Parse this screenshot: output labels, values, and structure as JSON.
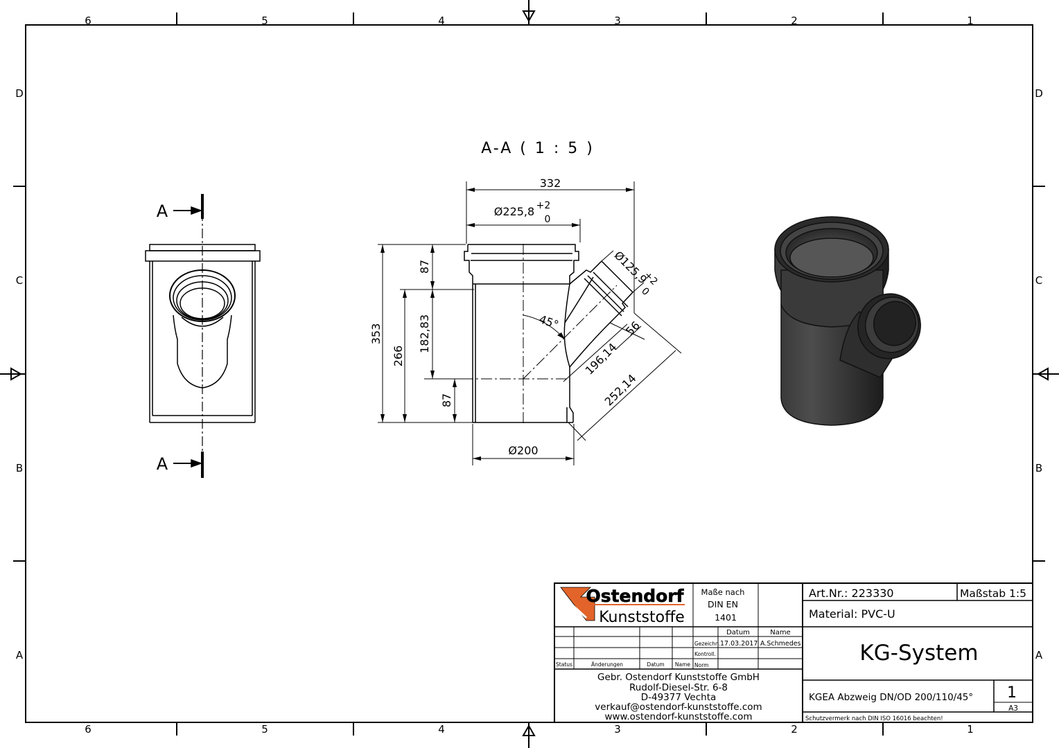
{
  "frame": {
    "col_labels_top": [
      "6",
      "5",
      "4",
      "3",
      "2",
      "1"
    ],
    "col_labels_bottom": [
      "6",
      "5",
      "4",
      "3",
      "2",
      "1"
    ],
    "row_labels_left": [
      "D",
      "C",
      "B",
      "A"
    ],
    "row_labels_right": [
      "D",
      "C",
      "B",
      "A"
    ]
  },
  "left_view": {
    "section_label_top": "A",
    "section_label_bottom": "A"
  },
  "section_view": {
    "title": "A-A ( 1 : 5 )",
    "dims": {
      "width_total": "332",
      "socket_diameter": "Ø225,8",
      "socket_tol_upper": "+2",
      "socket_tol_lower": "0",
      "height_total": "353",
      "height_266": "266",
      "top_87": "87",
      "mid_18283": "182,83",
      "bottom_87": "87",
      "branch_diameter": "Ø125,9",
      "branch_tol_upper": "+2",
      "branch_tol_lower": "0",
      "angle": "45°",
      "branch_56": "56",
      "branch_19614": "196,14",
      "branch_25214": "252,14",
      "bottom_diameter": "Ø200"
    }
  },
  "title_block": {
    "logo_top": "Ostendorf",
    "logo_bottom": "Kunststoffe",
    "logo_color": "#e2642a",
    "standard_l1": "Maße nach",
    "standard_l2": "DIN EN",
    "standard_l3": "1401",
    "col_datum": "Datum",
    "col_name": "Name",
    "row_gezeichn": "Gezeichn.",
    "gezeichn_date": "17.03.2017",
    "gezeichn_name": "A.Schmedes",
    "row_kontroll": "Kontroll.",
    "row_norm": "Norm",
    "foot_status": "Status",
    "foot_aenderungen": "Änderungen",
    "foot_datum": "Datum",
    "foot_name": "Name",
    "company": "Gebr. Ostendorf Kunststoffe GmbH",
    "street": "Rudolf-Diesel-Str. 6-8",
    "city": "D-49377 Vechta",
    "email": "verkauf@ostendorf-kunststoffe.com",
    "web": "www.ostendorf-kunststoffe.com",
    "art_nr": "Art.Nr.: 223330",
    "scale": "Maßstab 1:5",
    "material": "Material: PVC-U",
    "system": "KG-System",
    "description": "KGEA Abzweig DN/OD 200/110/45°",
    "sheet_no": "1",
    "format": "A3",
    "protection": "Schutzvermerk nach DIN ISO 16016 beachten!"
  }
}
